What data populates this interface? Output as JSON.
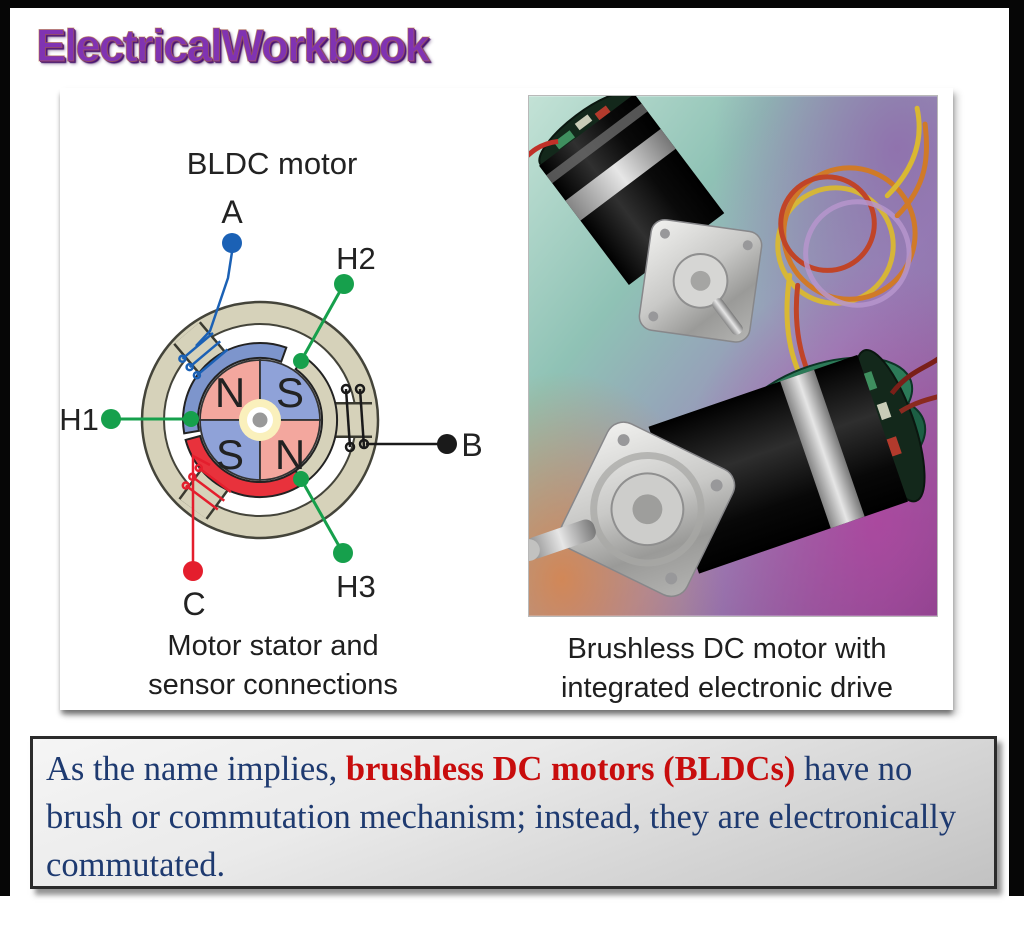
{
  "logo": {
    "text": "ElectricalWorkbook",
    "color": "#8033b2"
  },
  "figure": {
    "diagram": {
      "title": "BLDC motor",
      "terminals": {
        "a": "A",
        "b": "B",
        "c": "C",
        "h1": "H1",
        "h2": "H2",
        "h3": "H3"
      },
      "rotor_poles": {
        "top_left": "N",
        "top_right": "S",
        "bottom_left": "S",
        "bottom_right": "N"
      },
      "caption": {
        "line1": "Motor stator and",
        "line2": "sensor connections"
      },
      "colors": {
        "phase_a_blue": "#1b61b5",
        "phase_b_black": "#1a1a1a",
        "phase_c_red": "#e41e2d",
        "hall_green": "#16a04c",
        "stator_tan": "#d6d2ba",
        "pole_north_pink": "#f3a79e",
        "pole_south_blue": "#8fa2d8"
      }
    },
    "photo": {
      "caption": {
        "line1": "Brushless DC motor with",
        "line2": "integrated electronic drive"
      }
    }
  },
  "note": {
    "segment_normal_1": "As the name implies, ",
    "segment_highlight": "brushless DC motors (BLDCs)",
    "segment_normal_2": " have no brush or commutation mechanism; instead, they are electronically commutated.",
    "colors": {
      "text_navy": "#1e3a70",
      "highlight_red": "#c80d0d",
      "box_border": "#2b2b2b"
    }
  }
}
